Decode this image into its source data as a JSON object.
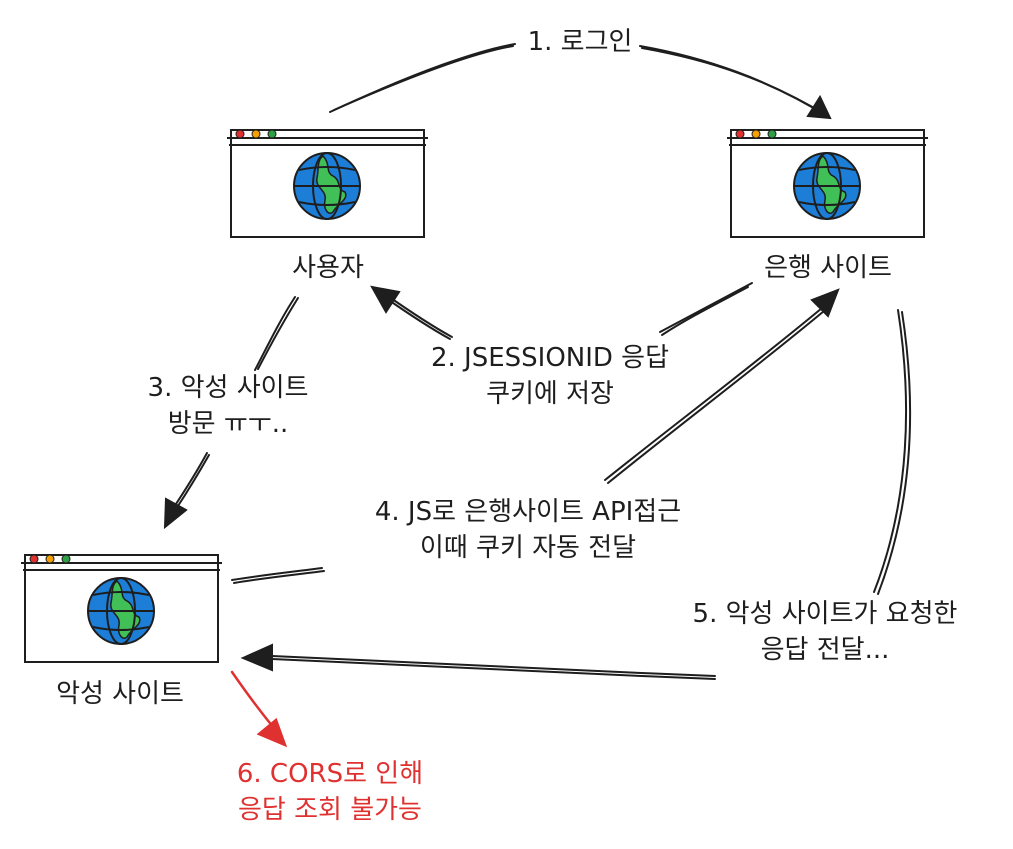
{
  "nodes": {
    "user": {
      "label": "사용자"
    },
    "bank": {
      "label": "은행 사이트"
    },
    "malicious": {
      "label": "악성 사이트"
    }
  },
  "steps": {
    "s1": {
      "line1": "1. 로그인"
    },
    "s2": {
      "line1": "2. JSESSIONID 응답",
      "line2": "쿠키에 저장"
    },
    "s3": {
      "line1": "3. 악성 사이트",
      "line2": "방문 ㅠㅜ.."
    },
    "s4": {
      "line1": "4. JS로 은행사이트 API접근",
      "line2": "이때 쿠키 자동 전달"
    },
    "s5": {
      "line1": "5. 악성 사이트가 요청한",
      "line2": "응답 전달..."
    },
    "s6": {
      "line1": "6. CORS로 인해",
      "line2": "응답 조회 불가능"
    }
  },
  "colors": {
    "stroke": "#1e1e1e",
    "highlight": "#e03131",
    "globe_ocean": "#1c7ed6",
    "globe_land": "#40c057",
    "dot_red": "#e03131",
    "dot_orange": "#f59f00",
    "dot_green": "#2f9e44"
  },
  "icons": [
    "browser-window-icon",
    "globe-icon"
  ]
}
